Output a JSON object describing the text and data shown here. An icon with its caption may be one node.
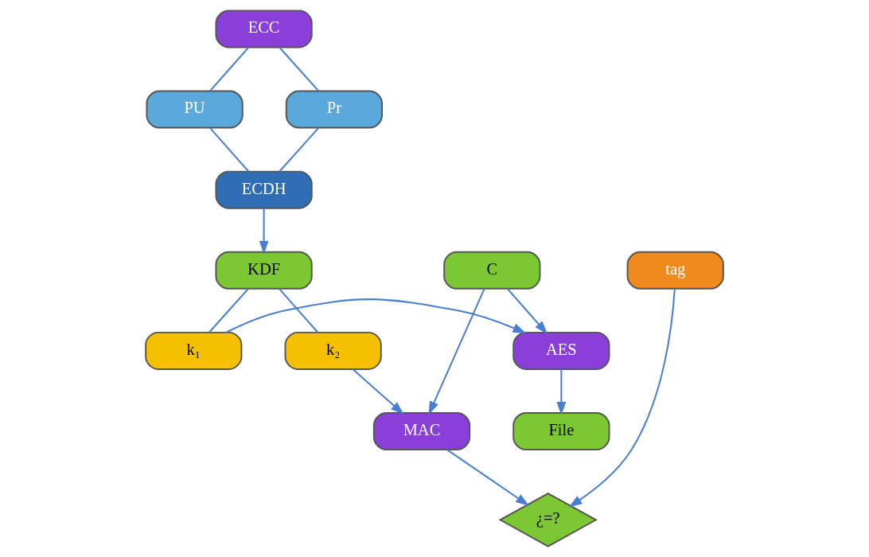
{
  "diagram": {
    "nodes": [
      {
        "text": [
          "ECC"
        ]
      },
      {
        "text": [
          "PU"
        ]
      },
      {
        "text": [
          "Pr"
        ]
      },
      {
        "text": [
          "ECDH"
        ]
      },
      {
        "text": [
          "tag"
        ]
      },
      {
        "text": [
          "C"
        ]
      },
      {
        "text": [
          "¿=?"
        ]
      },
      {
        "text": [
          "MAC"
        ]
      },
      {
        "text": [
          "k₂"
        ]
      },
      {
        "text": [
          "k₁"
        ]
      },
      {
        "text": [
          "AES"
        ]
      },
      {
        "text": [
          "KDF"
        ]
      },
      {
        "text": [
          "File"
        ]
      }
    ],
    "edges": [
      {
        "from": 0,
        "to": 1,
        "arrow": "none"
      },
      {
        "from": 0,
        "to": 2,
        "arrow": "none"
      },
      {
        "from": 1,
        "to": 3,
        "arrow": "none"
      },
      {
        "from": 2,
        "to": 3,
        "arrow": "none"
      },
      {
        "from": 3,
        "to": 11,
        "arrow": "to"
      },
      {
        "from": 11,
        "to": 8,
        "arrow": "none"
      },
      {
        "from": 11,
        "to": 9,
        "arrow": "none"
      },
      {
        "from": 8,
        "to": 7,
        "arrow": "to"
      },
      {
        "from": 7,
        "to": 6,
        "arrow": "to"
      },
      {
        "from": 4,
        "to": 6,
        "arrow": "to"
      },
      {
        "from": 5,
        "to": 7,
        "arrow": "to"
      },
      {
        "from": 5,
        "to": 10,
        "arrow": "to"
      },
      {
        "from": 9,
        "to": 10,
        "arrow": "to"
      },
      {
        "from": 10,
        "to": 12,
        "arrow": "to"
      }
    ]
  }
}
